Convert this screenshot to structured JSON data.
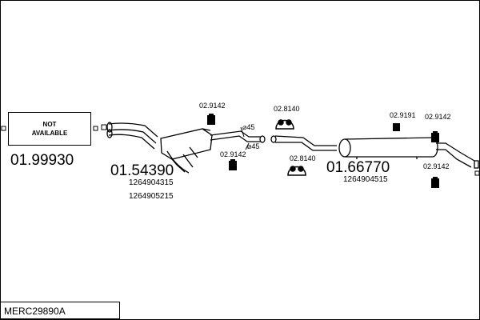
{
  "not_available": {
    "line1": "NOT",
    "line2": "AVAILABLE"
  },
  "kits": [
    {
      "number": "01.99930"
    },
    {
      "number": "01.54390",
      "refs": [
        "1264904315",
        "1264905215"
      ]
    },
    {
      "number": "01.66770",
      "refs": [
        "1264904515"
      ]
    }
  ],
  "parts": {
    "top_front_bracket": "02.9142",
    "lower_front_bracket": "02.9142",
    "top_mount": "02.8140",
    "lower_mount": "02.8140",
    "clamp": "02.9191",
    "top_rear_bracket": "02.9142",
    "lower_rear_bracket": "02.9142",
    "diameter_top": "⌀45",
    "diameter_bottom": "⌀45"
  },
  "diagram_code": "MERC29890A",
  "colors": {
    "ink": "#000000",
    "background": "#ffffff"
  }
}
